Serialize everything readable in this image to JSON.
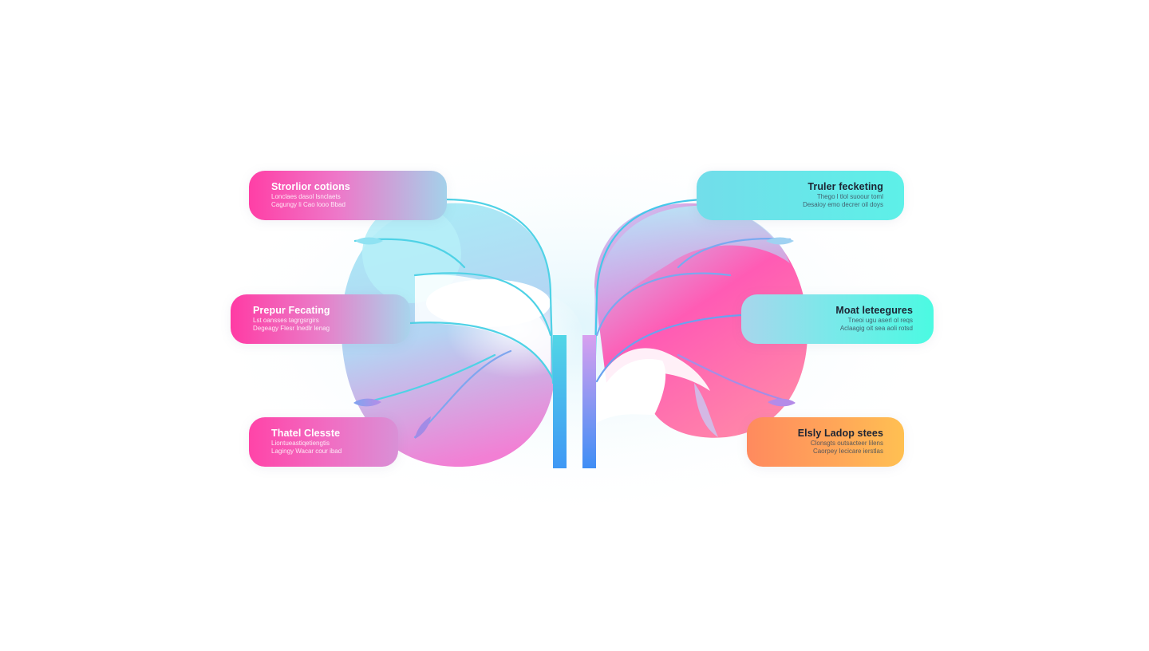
{
  "colors": {
    "pink": "#ff3fa6",
    "cyan": "#4fd6e6",
    "blue": "#3f9cf5",
    "orange": "#ff9a58",
    "ink": "#1d2433"
  },
  "left_labels": [
    {
      "title": "Strorlior cotions",
      "lines": [
        "Lonclaes dasol lsnclaets",
        "Cagungy li Cao looo Bbad"
      ]
    },
    {
      "title": "Prepur Fecating",
      "lines": [
        "Lst oansses tagrgsrgirs",
        "Degeagy Flesr Inedlr lenag"
      ]
    },
    {
      "title": "Thatel Clesste",
      "lines": [
        "Liontueastiqetiengtis",
        "Lagingy Wacar cour ibad"
      ]
    }
  ],
  "right_labels": [
    {
      "title": "Truler fecketing",
      "lines": [
        "Thego l tlol suoour toml",
        "Desaioy emo decrer oil doys"
      ]
    },
    {
      "title": "Moat leteegures",
      "lines": [
        "Tneoi ugu aserl ol reqs",
        "Aclaagig oit sea aoli rotsd"
      ]
    },
    {
      "title": "Elsly Ladop stees",
      "lines": [
        "Clonsgts outsacteer lilens",
        "Caorpey Iecicare ierstlas"
      ]
    }
  ]
}
